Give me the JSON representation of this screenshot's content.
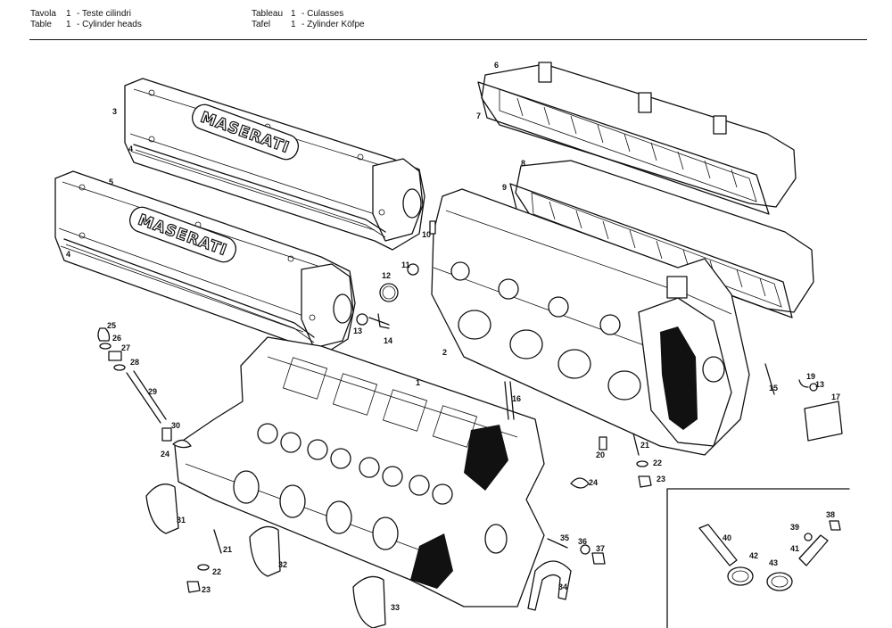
{
  "header": {
    "left": [
      {
        "word": "Tavola",
        "num": "1",
        "text": "- Teste cilindri"
      },
      {
        "word": "Table",
        "num": "1",
        "text": "- Cylinder heads"
      }
    ],
    "right": [
      {
        "word": "Tableau",
        "num": "1",
        "text": "- Culasses"
      },
      {
        "word": "Tafel",
        "num": "1",
        "text": "- Zylinder Köfpe"
      }
    ]
  },
  "diagram": {
    "logo_text": "MASERATI",
    "callouts": [
      "1",
      "2",
      "3",
      "4",
      "4",
      "5",
      "6",
      "7",
      "8",
      "9",
      "10",
      "11",
      "12",
      "13",
      "14",
      "15",
      "16",
      "17",
      "19",
      "13",
      "20",
      "21",
      "22",
      "23",
      "24",
      "24",
      "25",
      "26",
      "27",
      "28",
      "29",
      "30",
      "31",
      "32",
      "33",
      "21",
      "22",
      "23",
      "34",
      "35",
      "36",
      "37",
      "38",
      "39",
      "40",
      "41",
      "42",
      "43"
    ]
  }
}
